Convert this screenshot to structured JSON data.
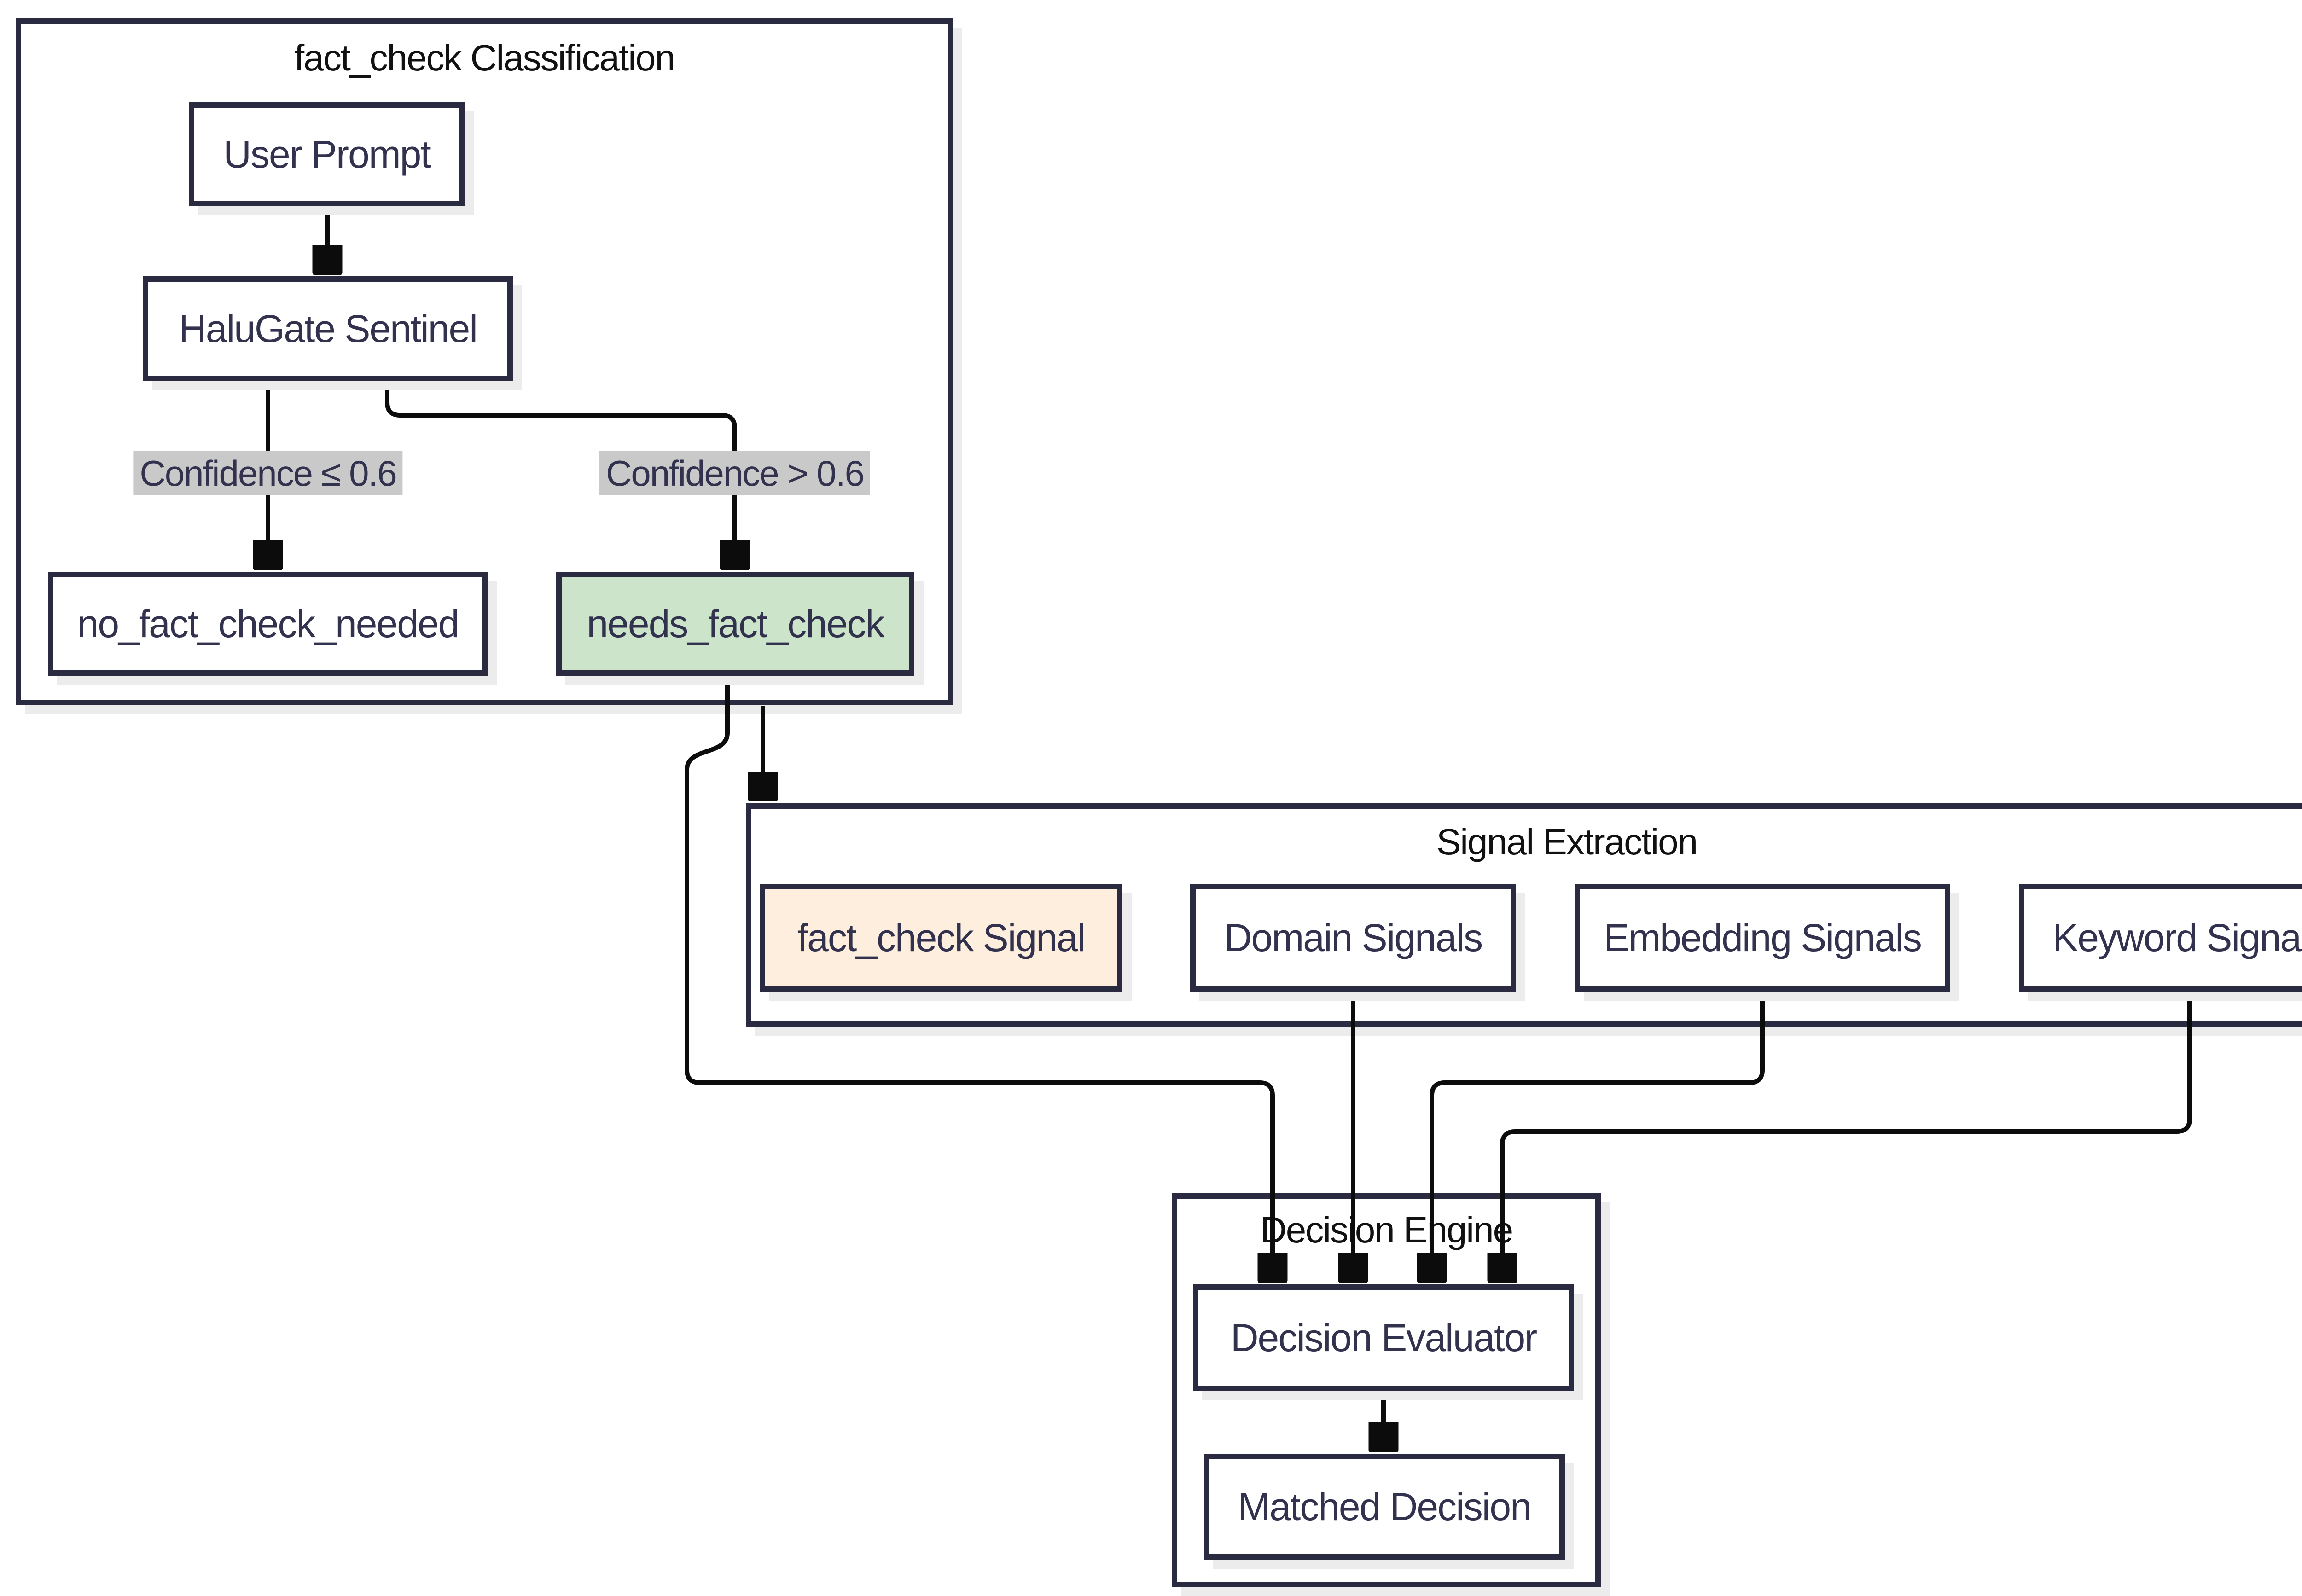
{
  "diagram": {
    "clusters": {
      "classification": {
        "title": "fact_check Classification"
      },
      "signal_extraction": {
        "title": "Signal Extraction"
      },
      "decision_engine": {
        "title": "Decision Engine"
      }
    },
    "nodes": {
      "user_prompt": {
        "label": "User Prompt"
      },
      "halugate_sentinel": {
        "label": "HaluGate Sentinel"
      },
      "no_fact_check_needed": {
        "label": "no_fact_check_needed"
      },
      "needs_fact_check": {
        "label": "needs_fact_check"
      },
      "fact_check_signal": {
        "label": "fact_check Signal"
      },
      "domain_signals": {
        "label": "Domain Signals"
      },
      "embedding_signals": {
        "label": "Embedding Signals"
      },
      "keyword_signals": {
        "label": "Keyword Signals"
      },
      "decision_evaluator": {
        "label": "Decision Evaluator"
      },
      "matched_decision": {
        "label": "Matched Decision"
      }
    },
    "edge_labels": {
      "low_confidence": "Confidence ≤ 0.6",
      "high_confidence": "Confidence > 0.6"
    },
    "colors": {
      "canvas_bg": "#ffffff",
      "node_fill": "#ffffff",
      "node_border": "#2a2a40",
      "node_text": "#32324e",
      "cluster_title": "#111111",
      "edge_stroke": "#0c0c0c",
      "edge_label_bg": "#c9c9c9",
      "edge_label_text": "#32324e",
      "green_fill": "#cbe4ca",
      "peach_fill": "#fdeedd",
      "shadow": "#ececec"
    }
  }
}
